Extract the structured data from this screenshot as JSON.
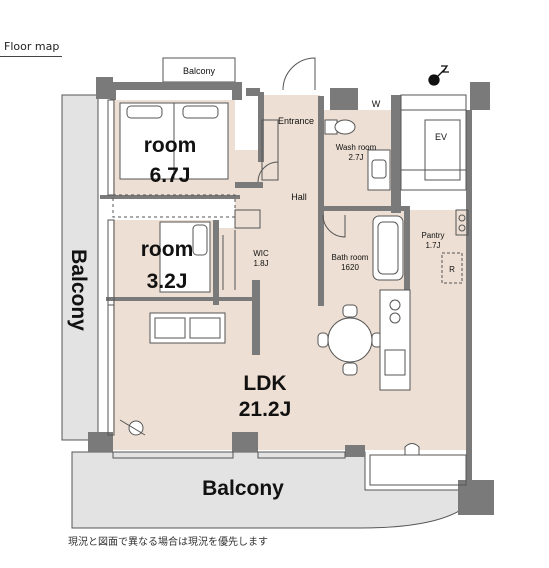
{
  "header": {
    "title": "Floor map"
  },
  "rooms": {
    "room1_name": "room",
    "room1_size": "6.7J",
    "room2_name": "room",
    "room2_size": "3.2J",
    "ldk_name": "LDK",
    "ldk_size": "21.2J",
    "entrance": "Entrance",
    "hall": "Hall",
    "wic_name": "WIC",
    "wic_size": "1.8J",
    "wash_name": "Wash room",
    "wash_size": "2.7J",
    "bath_name": "Bath room",
    "bath_size": "1620",
    "pantry_name": "Pantry",
    "pantry_size": "1.7J",
    "w_label": "W",
    "ev_label": "EV",
    "r_label": "R",
    "balcony_top": "Balcony",
    "balcony_left": "Balcony",
    "balcony_bottom": "Balcony"
  },
  "footer": {
    "note": "現況と図面で異なる場合は現況を優先します"
  },
  "colors": {
    "wall": "#7a7a7a",
    "floor": "#eddfd3",
    "balcony": "#e3e3e3",
    "line": "#555555",
    "text": "#111111"
  }
}
